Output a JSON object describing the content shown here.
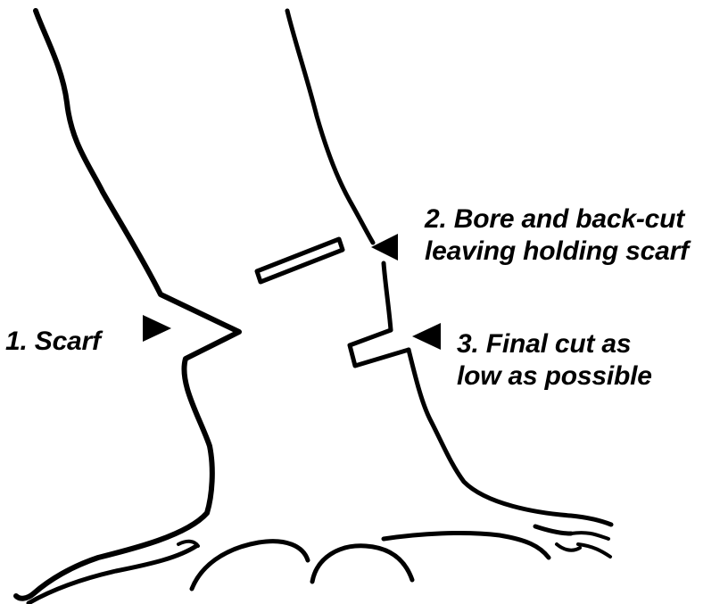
{
  "colors": {
    "ink": "#000000",
    "background": "#ffffff"
  },
  "labels": {
    "scarf": "1. Scarf",
    "bore_line1": "2. Bore and back-cut",
    "bore_line2": "leaving holding scarf",
    "final_line1": "3. Final cut as",
    "final_line2": "low as possible"
  }
}
